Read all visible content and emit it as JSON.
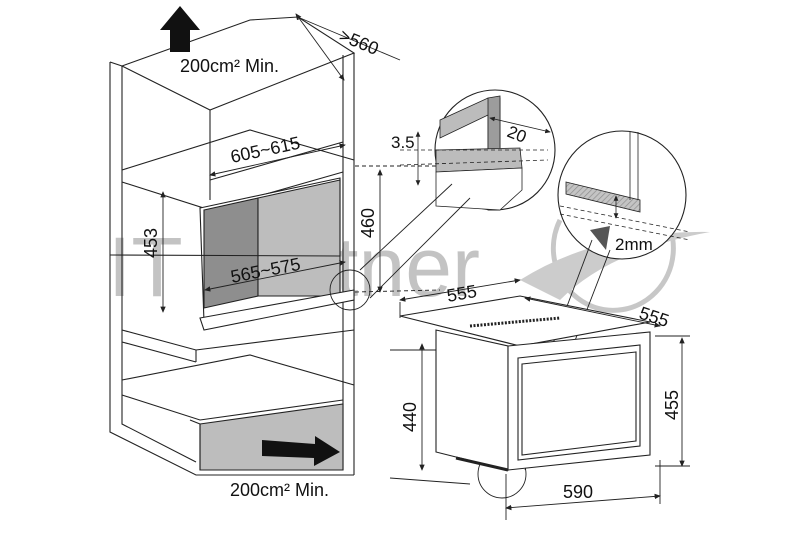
{
  "colors": {
    "line": "#222222",
    "shade": "#bcbcbc",
    "shade_dark": "#9a9a9a",
    "hatch": "#777777",
    "watermark": "#bdbdbd"
  },
  "cabinet": {
    "depth_min": ">560",
    "vent_top": "200cm² Min.",
    "vent_bottom": "200cm² Min.",
    "width_outer": "605~615",
    "width_inner": "565~575",
    "height_left": "453",
    "height_right": "460"
  },
  "details": {
    "gap_top": "3.5",
    "gap_depth": "20",
    "gap_bottom": "2mm"
  },
  "oven": {
    "width_top": "555",
    "depth_top": "555",
    "height_body": "440",
    "height_total": "455",
    "width_front": "590"
  },
  "watermark": {
    "text": "IT Partner",
    "icon": "swoosh-globe-logo"
  }
}
